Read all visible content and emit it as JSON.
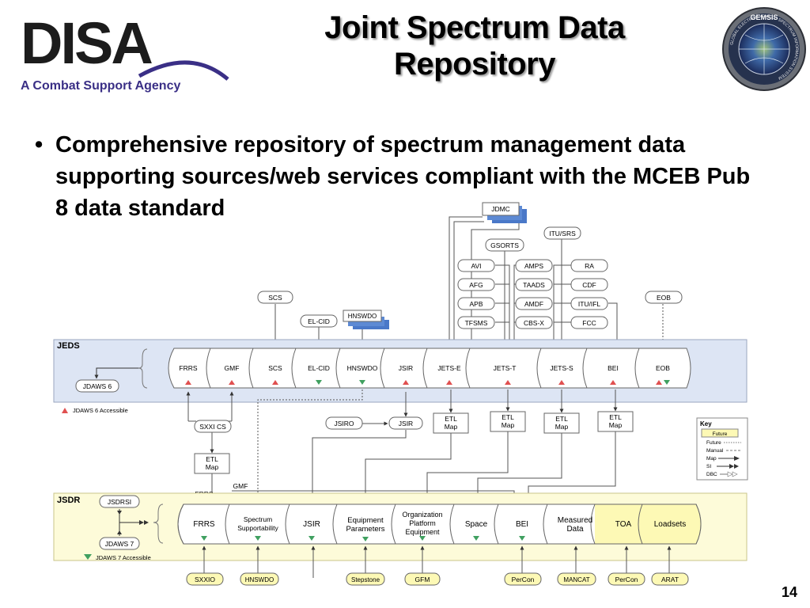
{
  "header": {
    "logo_text": "DISA",
    "tagline": "A Combat Support Agency",
    "title_line1": "Joint Spectrum Data",
    "title_line2": "Repository",
    "seal_text": "GEMSIS",
    "seal_ring_text": "GLOBAL ELECTROMAGNETIC SPECTRUM INFORMATION SYSTEM"
  },
  "bullet": {
    "text": "Comprehensive repository of spectrum management data supporting sources/web services compliant with the MCEB Pub 8 data standard"
  },
  "page_number": "14",
  "colors": {
    "band_blue": "#dde5f4",
    "band_yellow": "#fdfbd9",
    "pill_yellow": "#fdf9b5",
    "stack_blue": "#4a78c8",
    "logo_dark": "#1c1c1c",
    "logo_purple": "#3a2f86",
    "jdaws6_marker": "#e05050",
    "jdaws7_marker": "#40a060"
  },
  "diagram": {
    "top_sources": {
      "jdmc": "JDMC",
      "itu_srs": "ITU/SRS",
      "gsorts": "GSORTS",
      "avi": "AVI",
      "amps": "AMPS",
      "ra": "RA",
      "afg": "AFG",
      "taads": "TAADS",
      "cdf": "CDF",
      "apb": "APB",
      "amdf": "AMDF",
      "itu_ifl": "ITU/IFL",
      "tfsms": "TFSMS",
      "cbsx": "CBS-X",
      "fcc": "FCC",
      "scs": "SCS",
      "eob": "EOB",
      "elcid": "EL-CID",
      "hnswdo": "HNSWDO"
    },
    "jeds": {
      "label": "JEDS",
      "segments": [
        "FRRS",
        "GMF",
        "SCS",
        "EL-CID",
        "HNSWDO",
        "JSIR",
        "JETS-E",
        "JETS-T",
        "JETS-S",
        "BEI",
        "EOB"
      ],
      "jdaws6": "JDAWS 6",
      "legend": "JDAWS 6 Accessible"
    },
    "middle": {
      "sxxi_cs": "SXXI CS",
      "jsiro": "JSIRO",
      "jsir": "JSIR",
      "etl_line1": "ETL",
      "etl_line2": "Map",
      "gmf": "GMF",
      "frrs": "FRRS"
    },
    "key": {
      "title": "Key",
      "items": [
        "Future",
        "Future",
        "Manual",
        "Map",
        "SI",
        "DBC"
      ]
    },
    "jsdr": {
      "label": "JSDR",
      "jsdrsi": "JSDRSI",
      "jdaws7": "JDAWS 7",
      "legend": "JDAWS 7 Accessible",
      "frrs": "FRRS",
      "spectrum_1": "Spectrum",
      "spectrum_2": "Supportability",
      "jsir": "JSIR",
      "equip_1": "Equipment",
      "equip_2": "Parameters",
      "org_1": "Organization",
      "org_2": "Platform",
      "org_3": "Equipment",
      "space": "Space",
      "bei": "BEI",
      "measured_1": "Measured",
      "measured_2": "Data",
      "toa": "TOA",
      "loadsets": "Loadsets"
    },
    "bottom_sources": {
      "sxxio": "SXXIO",
      "hnswdo": "HNSWDO",
      "stepstone": "Stepstone",
      "gfm": "GFM",
      "percon1": "PerCon",
      "mancat": "MANCAT",
      "percon2": "PerCon",
      "arat": "ARAT"
    }
  }
}
